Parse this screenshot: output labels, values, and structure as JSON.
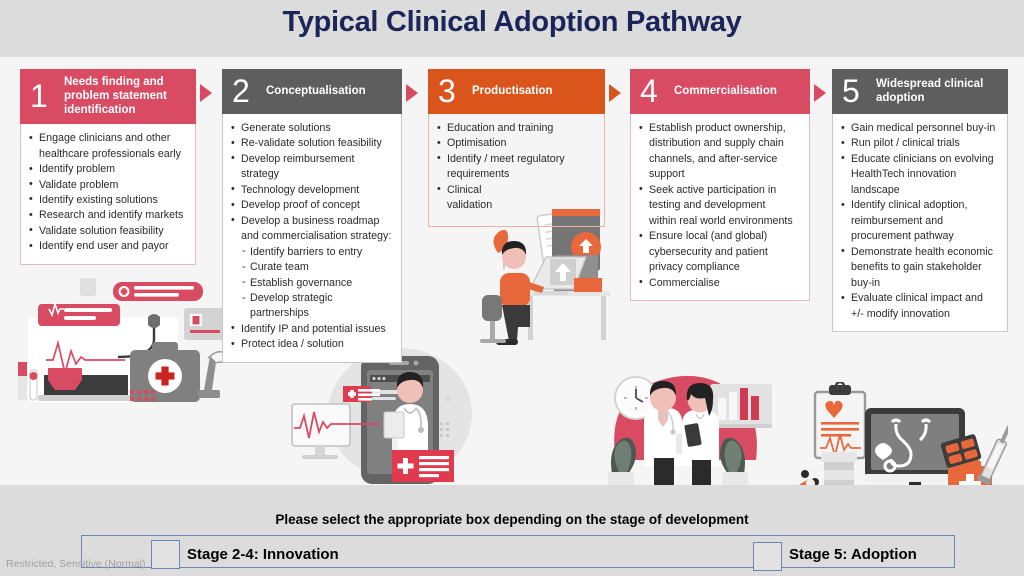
{
  "slide": {
    "title": "Typical Clinical Adoption Pathway",
    "title_color": "#1b2559",
    "background_color": "#dcdcdc",
    "canvas_color": "#f5f5f5",
    "watermark": "Restricted, Sensitive (Normal)"
  },
  "colors": {
    "pink": "#d94a63",
    "gray": "#5e5e5e",
    "orange": "#d9551b",
    "arrow_pink": "#d94a63",
    "arrow_orange": "#d9551b",
    "select_border": "#6d86b5"
  },
  "stages": [
    {
      "number": "1",
      "title": "Needs finding and problem statement identification",
      "header_color": "#d94a63",
      "items": [
        {
          "text": "Engage clinicians and other",
          "type": "bullet"
        },
        {
          "text": "healthcare professionals early",
          "type": "cont"
        },
        {
          "text": "Identify problem",
          "type": "bullet"
        },
        {
          "text": "Validate problem",
          "type": "bullet"
        },
        {
          "text": "Identify existing solutions",
          "type": "bullet"
        },
        {
          "text": "Research and identify markets",
          "type": "bullet"
        },
        {
          "text": "Validate solution feasibility",
          "type": "bullet"
        },
        {
          "text": "Identify end user and payor",
          "type": "bullet"
        }
      ],
      "illustration": "medical-devices-laptop-firstaid-microscope"
    },
    {
      "number": "2",
      "title": "Conceptualisation",
      "header_color": "#5e5e5e",
      "items": [
        {
          "text": "Generate solutions",
          "type": "bullet"
        },
        {
          "text": "Re-validate solution feasibility",
          "type": "bullet"
        },
        {
          "text": "Develop reimbursement",
          "type": "bullet"
        },
        {
          "text": "strategy",
          "type": "cont"
        },
        {
          "text": "Technology development",
          "type": "bullet"
        },
        {
          "text": "Develop proof of concept",
          "type": "bullet"
        },
        {
          "text": "Develop a business roadmap",
          "type": "bullet"
        },
        {
          "text": "and commercialisation strategy:",
          "type": "cont"
        },
        {
          "text": "Identify barriers to entry",
          "type": "sub"
        },
        {
          "text": "Curate team",
          "type": "sub"
        },
        {
          "text": "Establish governance",
          "type": "sub"
        },
        {
          "text": "Develop strategic partnerships",
          "type": "sub"
        },
        {
          "text": "Identify IP and potential issues",
          "type": "bullet"
        },
        {
          "text": "Protect idea / solution",
          "type": "bullet"
        }
      ],
      "illustration": "telemedicine-phone-doctor-monitor"
    },
    {
      "number": "3",
      "title": "Productisation",
      "header_color": "#d9551b",
      "items": [
        {
          "text": "Education and training",
          "type": "bullet"
        },
        {
          "text": "Optimisation",
          "type": "bullet"
        },
        {
          "text": "Identify / meet regulatory",
          "type": "bullet"
        },
        {
          "text": "requirements",
          "type": "cont"
        },
        {
          "text": "Clinical",
          "type": "bullet"
        },
        {
          "text": "validation",
          "type": "cont"
        }
      ],
      "illustration": "person-at-desk-with-laptop-upload"
    },
    {
      "number": "4",
      "title": "Commercialisation",
      "header_color": "#d94a63",
      "items": [
        {
          "text": "Establish product ownership,",
          "type": "bullet"
        },
        {
          "text": "distribution and supply chain",
          "type": "cont"
        },
        {
          "text": "channels, and after-service",
          "type": "cont"
        },
        {
          "text": "support",
          "type": "cont"
        },
        {
          "text": "Seek active participation in",
          "type": "bullet"
        },
        {
          "text": "testing and development",
          "type": "cont"
        },
        {
          "text": "within real world environments",
          "type": "cont"
        },
        {
          "text": "Ensure local (and global)",
          "type": "bullet"
        },
        {
          "text": "cybersecurity and patient",
          "type": "cont"
        },
        {
          "text": "privacy compliance",
          "type": "cont"
        },
        {
          "text": "Commercialise",
          "type": "bullet"
        }
      ],
      "illustration": "two-clinicians-clock-chart"
    },
    {
      "number": "5",
      "title": "Widespread clinical adoption",
      "header_color": "#5e5e5e",
      "items": [
        {
          "text": "Gain medical personnel buy-in",
          "type": "bullet"
        },
        {
          "text": "Run pilot / clinical trials",
          "type": "bullet"
        },
        {
          "text": "Educate clinicians on evolving",
          "type": "bullet"
        },
        {
          "text": "HealthTech innovation",
          "type": "cont"
        },
        {
          "text": "landscape",
          "type": "cont"
        },
        {
          "text": "Identify clinical adoption,",
          "type": "bullet"
        },
        {
          "text": "reimbursement and",
          "type": "cont"
        },
        {
          "text": "procurement pathway",
          "type": "cont"
        },
        {
          "text": "Demonstrate health economic",
          "type": "bullet"
        },
        {
          "text": "benefits to gain stakeholder",
          "type": "cont"
        },
        {
          "text": "buy-in",
          "type": "cont"
        },
        {
          "text": "Evaluate clinical impact and",
          "type": "bullet"
        },
        {
          "text": "+/- modify innovation",
          "type": "cont"
        }
      ],
      "illustration": "monitor-stethoscope-clipboard-firstaid"
    }
  ],
  "selection": {
    "prompt": "Please select the appropriate box depending on the stage of development",
    "options": [
      {
        "label": "Stage 2-4: Innovation",
        "checked": false
      },
      {
        "label": "Stage 5: Adoption",
        "checked": false
      }
    ]
  }
}
